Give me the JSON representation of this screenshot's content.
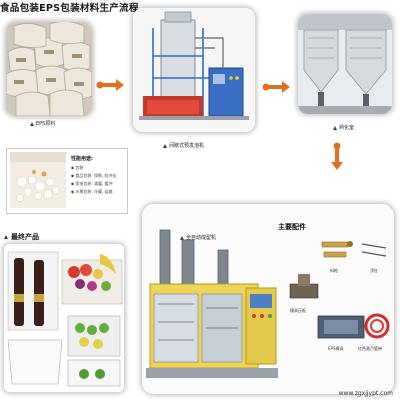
{
  "title": "食品包装EPS包装材料生产流程",
  "steps": {
    "raw": "EPS原料",
    "prefoam": "间歇式预发泡机",
    "aging": "熟化室"
  },
  "info_card": {
    "title": "性能用途:",
    "lines": [
      "◆ 包装",
      "◆ 食品包装: 保鲜, 防冲击",
      "◆ 家电包装: 减震, 缓冲",
      "◆ 水果包装: 冷藏, 运输"
    ]
  },
  "final_products": {
    "heading": "最终产品"
  },
  "machine": {
    "label": "全自动成型机"
  },
  "parts": {
    "heading": "主要配件",
    "items": [
      "料枪",
      "顶针",
      "模具压板",
      "EPS模具",
      "红色蒸汽管带"
    ]
  },
  "watermark": "www.zgxjjypt.com",
  "colors": {
    "arrow": "#e0701f",
    "frame_shadow": "#9a9a9a"
  }
}
